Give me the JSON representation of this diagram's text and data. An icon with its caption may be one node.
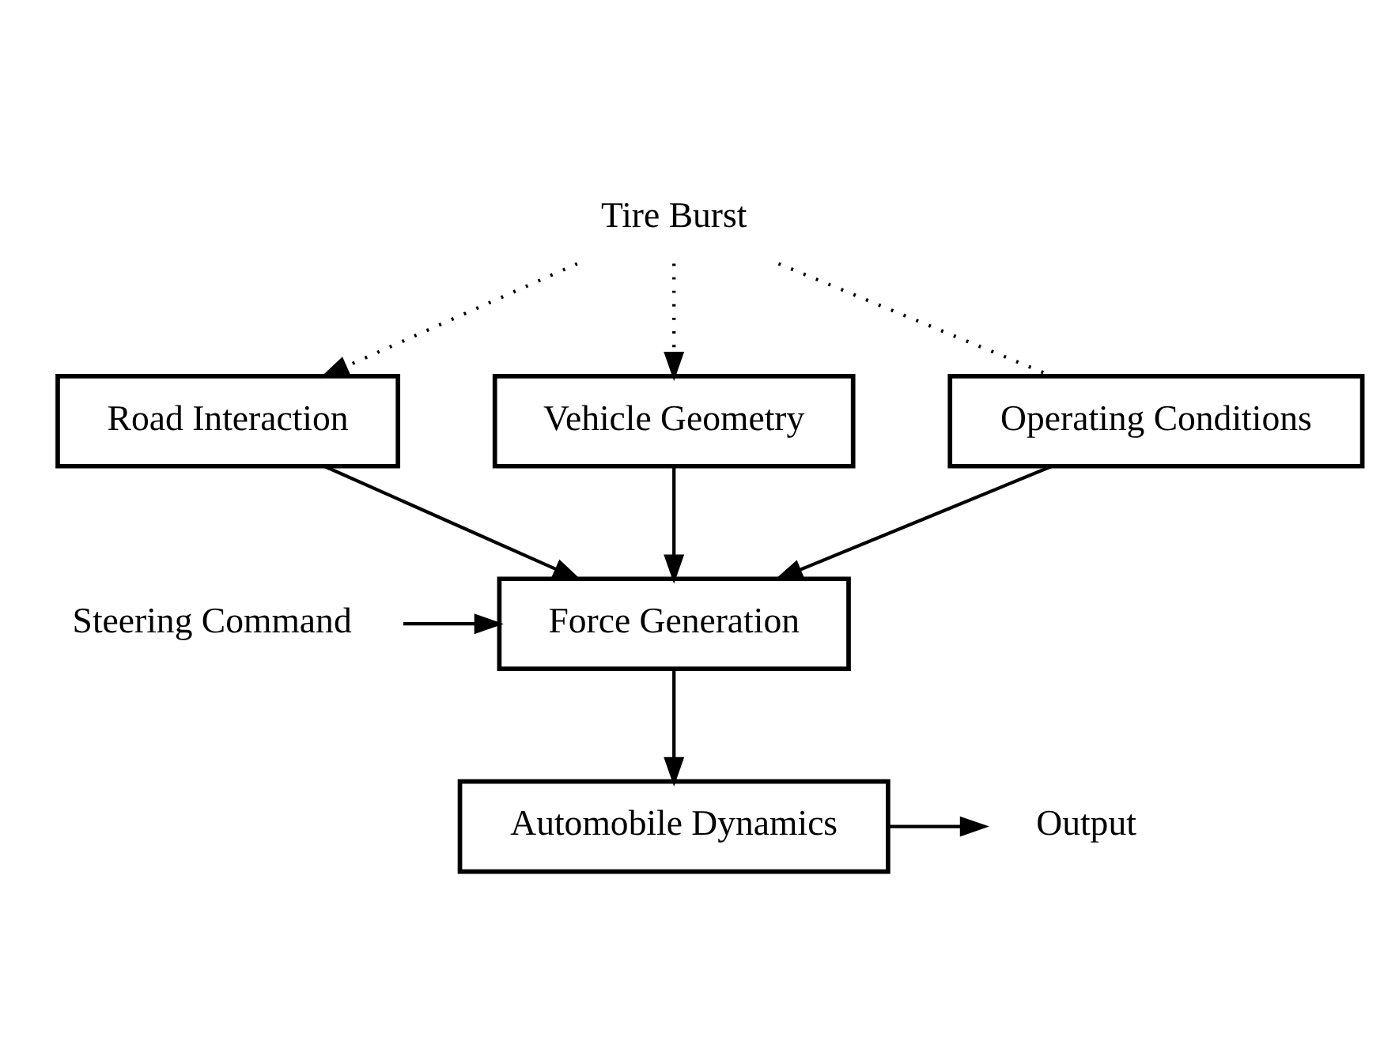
{
  "diagram": {
    "nodes": [
      {
        "text": [
          "Tire Burst"
        ]
      },
      {
        "text": [
          "Road Interaction"
        ]
      },
      {
        "text": [
          "Vehicle Geometry"
        ]
      },
      {
        "text": [
          "Operating Conditions"
        ]
      },
      {
        "text": [
          "Steering Command"
        ]
      },
      {
        "text": [
          "Force Generation"
        ]
      },
      {
        "text": [
          "Automobile Dynamics"
        ]
      },
      {
        "text": [
          "Output"
        ]
      }
    ],
    "edges": [
      {
        "from": 0,
        "to": 1,
        "arrow": "to",
        "style": "dashed"
      },
      {
        "from": 0,
        "to": 2,
        "arrow": "to",
        "style": "dashed"
      },
      {
        "from": 0,
        "to": 3,
        "arrow": "none",
        "style": "dashed"
      },
      {
        "from": 1,
        "to": 5,
        "arrow": "to"
      },
      {
        "from": 2,
        "to": 5,
        "arrow": "to"
      },
      {
        "from": 3,
        "to": 5,
        "arrow": "to"
      },
      {
        "from": 4,
        "to": 5,
        "arrow": "to"
      },
      {
        "from": 5,
        "to": 6,
        "arrow": "to"
      },
      {
        "from": 6,
        "to": 7,
        "arrow": "to"
      }
    ]
  }
}
